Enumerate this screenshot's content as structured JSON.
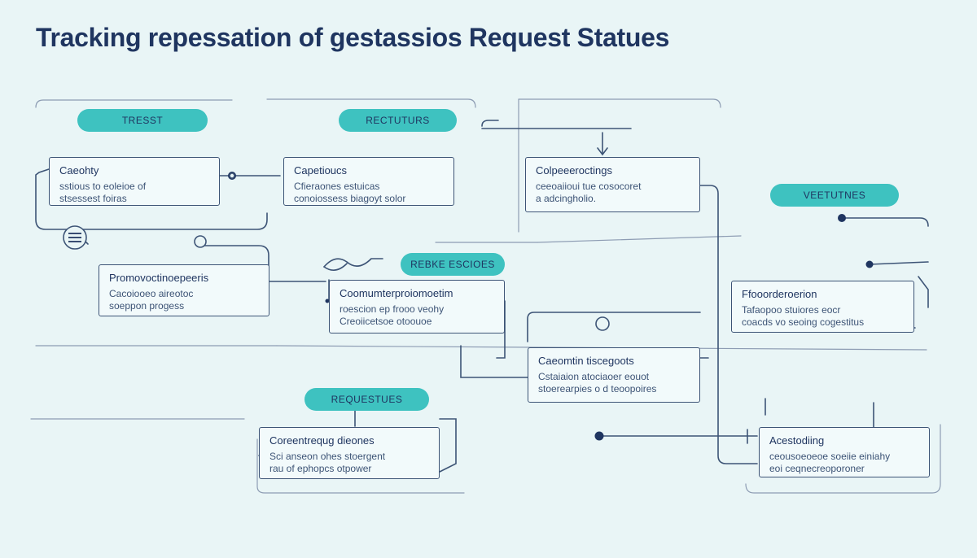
{
  "title": "Tracking repessation of gestassios Request Statues",
  "pills": {
    "p1": "TRESST",
    "p2": "RECTUTURS",
    "p3": "VEETUTNES",
    "p4": "REBKE ESCIOES",
    "p5": "REQUESTUES"
  },
  "nodes": {
    "n1": {
      "heading": "Caeohty",
      "lines": [
        "sstious to eoleioe of",
        "stsessest foiras"
      ]
    },
    "n2": {
      "heading": "Capetioucs",
      "lines": [
        "Cfieraones estuicas",
        "conoiossess biagoyt solor"
      ]
    },
    "n3": {
      "heading": "Colpeeeroctings",
      "lines": [
        "ceeoaiioui tue cosocoret",
        "a adcingholio."
      ]
    },
    "n4": {
      "heading": "Promovoctinoepeeris",
      "lines": [
        "Cacoiooeo aireotoc",
        "soeppon progess"
      ]
    },
    "n5": {
      "heading": "Coomumterproiomoetim",
      "lines": [
        "roescion ep frooo veohy",
        "Creoiicetsoe otoouoe"
      ]
    },
    "n6": {
      "heading": "Ffooorderoerion",
      "lines": [
        "Tafaopoo stuiores eocr",
        "coacds vo seoing cogestitus"
      ]
    },
    "n7": {
      "heading": "Caeomtin tiscegoots",
      "lines": [
        "Cstaiaion atociaoer eouot",
        "stoerearpies o d teoopoires"
      ]
    },
    "n8": {
      "heading": "Coreentrequg dieones",
      "lines": [
        "Sci anseon ohes stoergent",
        "rau of ephopcs otpower"
      ]
    },
    "n9": {
      "heading": "Acestodiing",
      "lines": [
        "ceousoeoeoe soeiie einiahy",
        "eoi ceqnecreoporoner"
      ]
    }
  }
}
